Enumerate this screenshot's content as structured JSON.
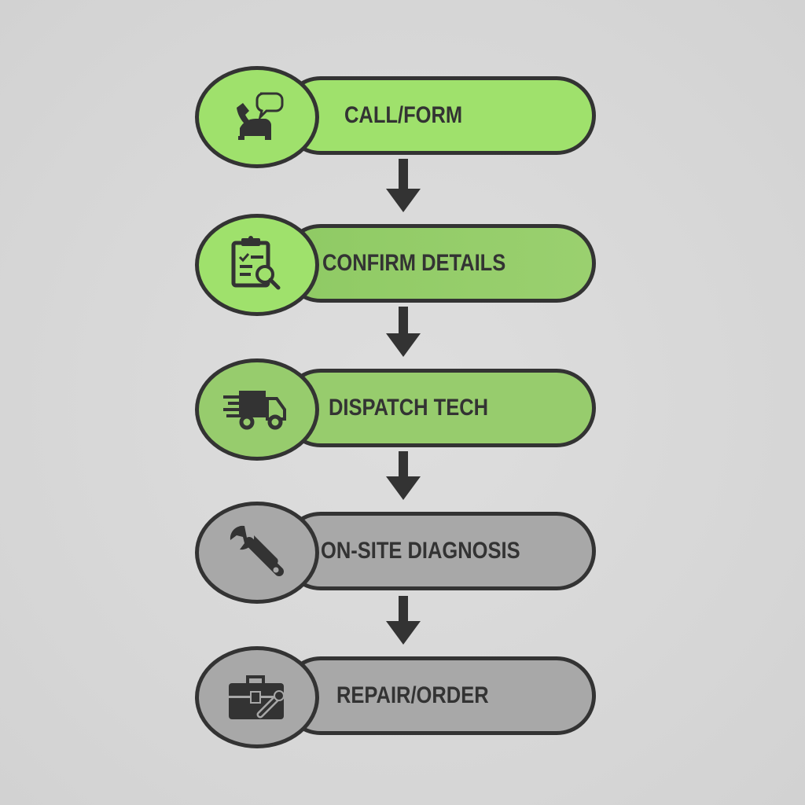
{
  "diagram": {
    "title": "",
    "colors": {
      "background": "#d8d8d8",
      "active_fill_1": "#9de06b",
      "active_fill_2": "#95cc6c",
      "inactive_fill": "#a6a6a6",
      "outline": "#333333"
    },
    "steps": [
      {
        "label": "CALL/FORM",
        "icon": "phone-chat-icon",
        "state": "active"
      },
      {
        "label": "CONFIRM DETAILS",
        "icon": "clipboard-search-icon",
        "state": "active"
      },
      {
        "label": "DISPATCH TECH",
        "icon": "delivery-truck-icon",
        "state": "active"
      },
      {
        "label": "ON-SITE DIAGNOSIS",
        "icon": "wrench-icon",
        "state": "inactive"
      },
      {
        "label": "REPAIR/ORDER",
        "icon": "toolbox-icon",
        "state": "inactive"
      }
    ],
    "connectors": [
      "down-arrow",
      "down-arrow",
      "down-arrow",
      "down-arrow"
    ]
  }
}
